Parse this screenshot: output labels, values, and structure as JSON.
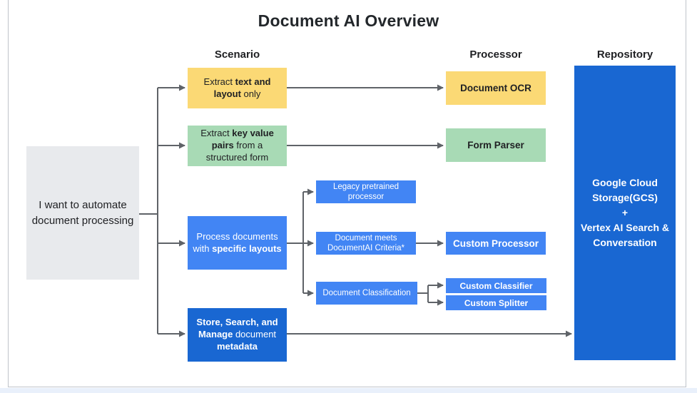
{
  "title": "Document AI Overview",
  "columns": {
    "scenario": "Scenario",
    "processor": "Processor",
    "repository": "Repository"
  },
  "start_box": {
    "text": "I want to automate document processing"
  },
  "scenarios": {
    "extract_text": {
      "pre": "Extract ",
      "bold": "text and layout",
      "post": " only"
    },
    "extract_kv": {
      "pre": "Extract ",
      "bold": "key value pairs",
      "post": " from a structured form"
    },
    "specific_layouts": {
      "pre": "Process documents with ",
      "bold": "specific layouts",
      "post": ""
    },
    "store_search": {
      "bold1": "Store, Search, and Manage",
      "mid": " document ",
      "bold2": "metadata"
    }
  },
  "processors": {
    "document_ocr": "Document OCR",
    "form_parser": "Form Parser",
    "legacy": "Legacy pretrained processor",
    "meets_criteria": "Document meets DocumentAI Criteria*",
    "classification": "Document Classification",
    "custom_processor": "Custom Processor",
    "custom_classifier": "Custom Classifier",
    "custom_splitter": "Custom Splitter"
  },
  "repository_box": {
    "line1": "Google Cloud Storage(GCS)",
    "line2": "+",
    "line3": "Vertex AI Search & Conversation"
  },
  "colors": {
    "yellow": "#FBD975",
    "green": "#A8DAB5",
    "blue": "#4285F4",
    "dark_blue": "#1967D2",
    "gray": "#E8EAED",
    "line": "#5F6368"
  }
}
